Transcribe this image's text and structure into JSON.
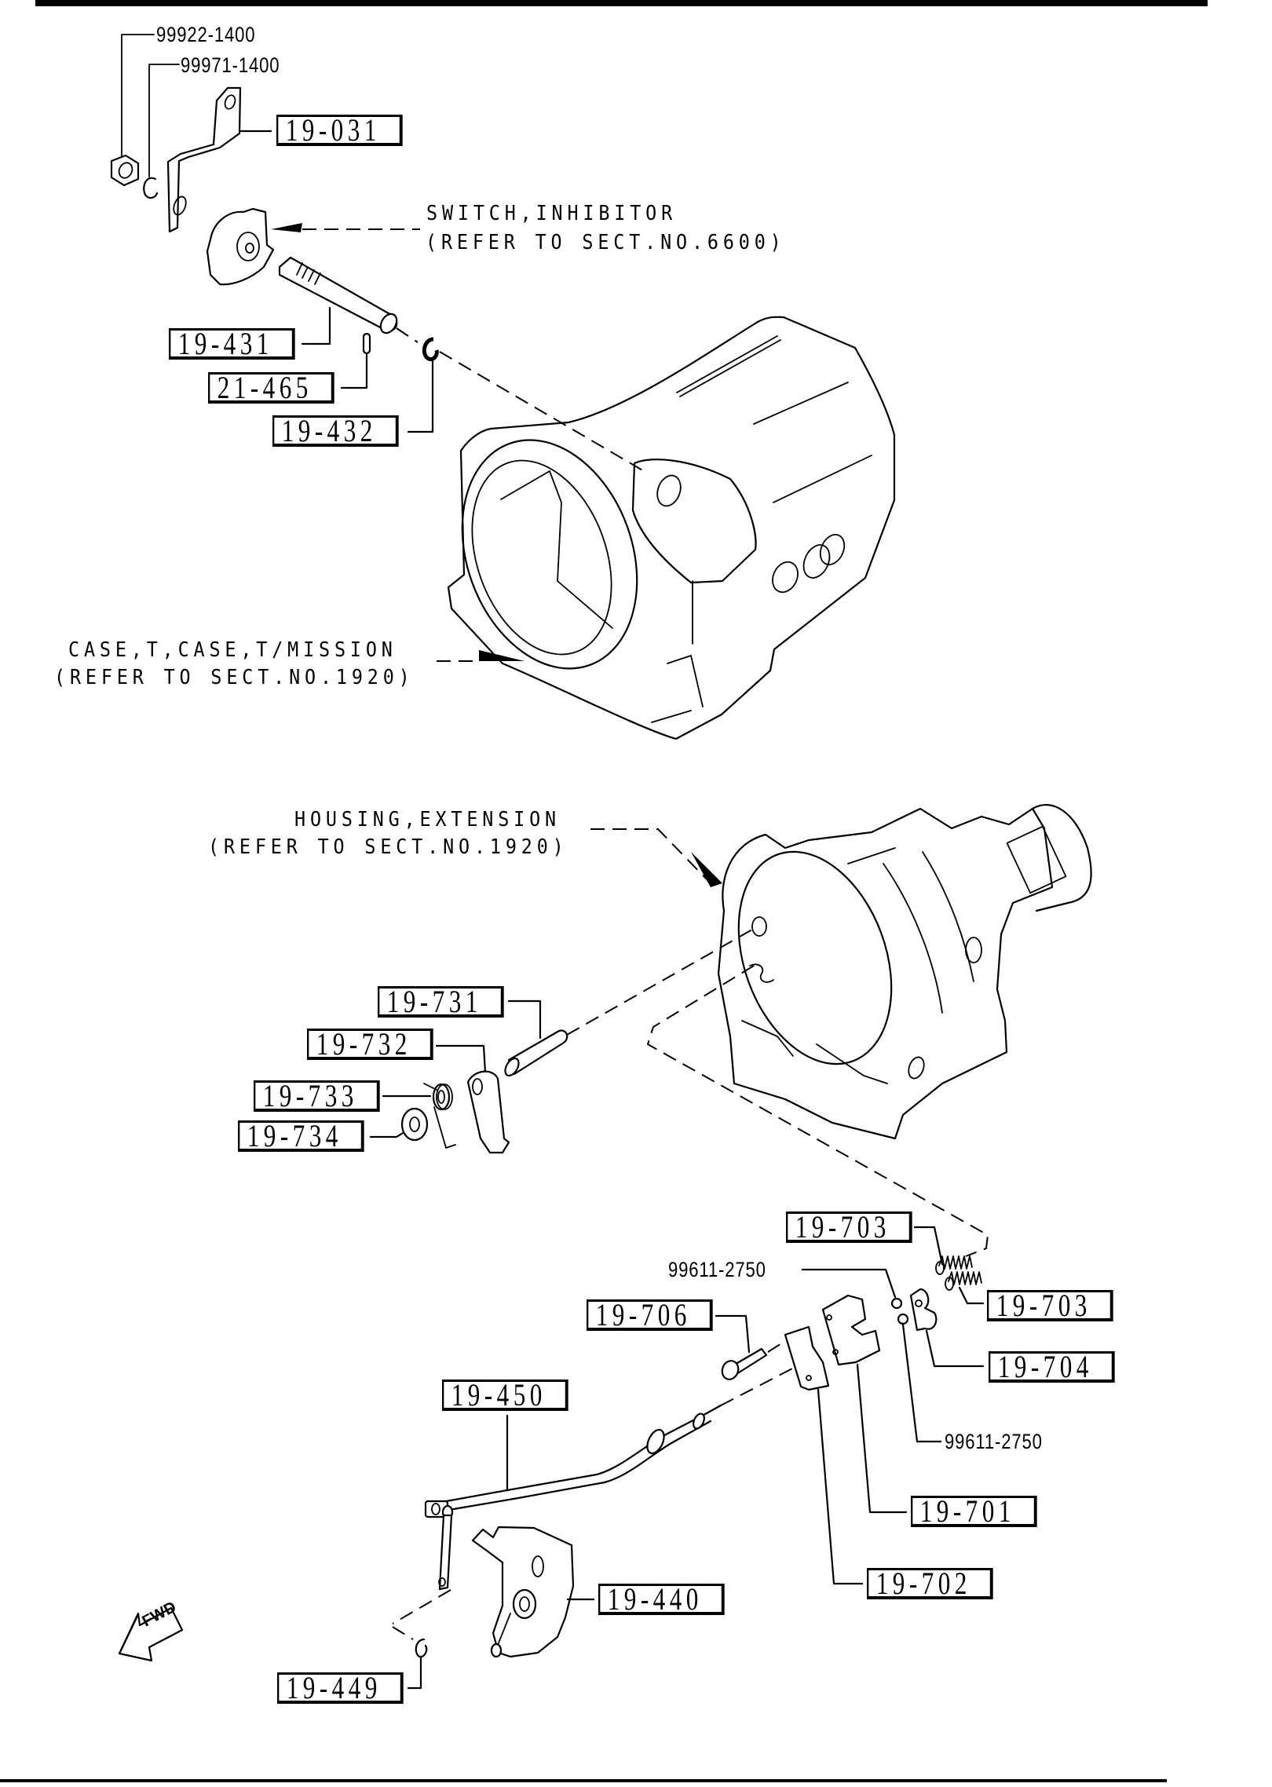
{
  "diagram": {
    "type": "exploded-parts-diagram",
    "subject": "Automatic transmission shift linkage / inhibitor switch",
    "part_numbers": {
      "p19_031": "19-031",
      "p19_431": "19-431",
      "p21_465": "21-465",
      "p19_432": "19-432",
      "p19_731": "19-731",
      "p19_732": "19-732",
      "p19_733": "19-733",
      "p19_734": "19-734",
      "p19_703a": "19-703",
      "p19_703b": "19-703",
      "p19_706": "19-706",
      "p19_704": "19-704",
      "p19_450": "19-450",
      "p19_701": "19-701",
      "p19_702": "19-702",
      "p19_440": "19-440",
      "p19_449": "19-449"
    },
    "hardware_numbers": {
      "nut": "99922-1400",
      "washer": "99971-1400",
      "clip_upper": "99611-2750",
      "clip_lower": "99611-2750"
    },
    "notes": {
      "switch_line1": "SWITCH,INHIBITOR",
      "switch_line2": "(REFER TO SECT.NO.6600)",
      "case_line1": "CASE,T,CASE,T/MISSION",
      "case_line2": "(REFER TO SECT.NO.1920)",
      "housing_line1": "HOUSING,EXTENSION",
      "housing_line2": "(REFER TO SECT.NO.1920)"
    },
    "direction_indicator": {
      "label": "FWD",
      "icon": "arrow-left-down"
    }
  }
}
